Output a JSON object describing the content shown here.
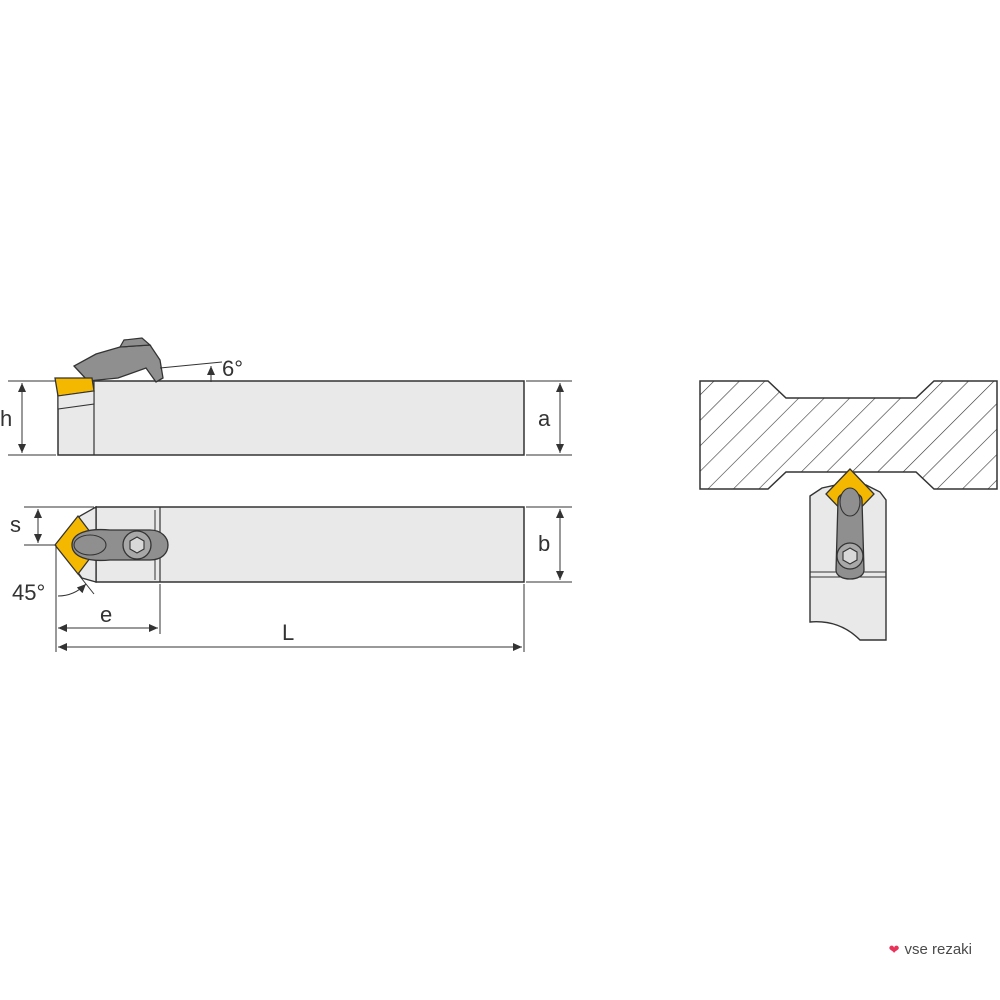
{
  "labels": {
    "h": "h",
    "a": "a",
    "s": "s",
    "b": "b",
    "e": "e",
    "L": "L",
    "angle_top": "6°",
    "angle_bottom": "45°"
  },
  "brand": {
    "text": "vse rezaki",
    "icon": "heart-logo-icon"
  },
  "colors": {
    "insert": "#f4b800",
    "body": "#e9e9e9",
    "outline": "#333333",
    "clamp": "#8f8f8f",
    "brand_mark": "#e8345a"
  }
}
